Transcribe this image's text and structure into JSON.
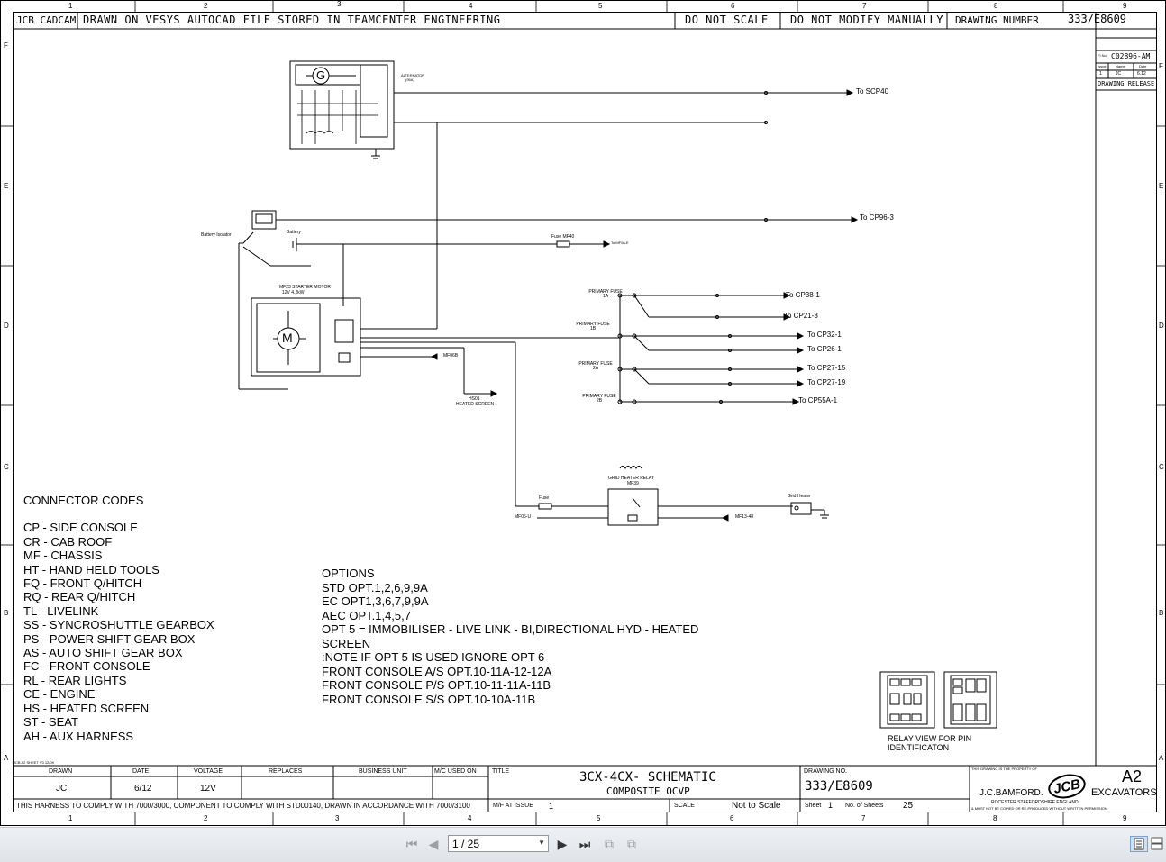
{
  "sheet": {
    "column_numbers": [
      "1",
      "2",
      "3",
      "4",
      "5",
      "6",
      "7",
      "8",
      "9"
    ],
    "row_letters": [
      "F",
      "E",
      "D",
      "C",
      "B",
      "A"
    ],
    "header": {
      "left": "JCB CADCAM",
      "drawn_note": "DRAWN ON VESYS AUTOCAD FILE STORED IN TEAMCENTER ENGINEERING",
      "do_not_scale": "DO NOT SCALE",
      "do_not_modify": "DO NOT MODIFY MANUALLY",
      "drawing_number_label": "DRAWING NUMBER",
      "drawing_number": "333/E8609"
    },
    "revision_panel": {
      "fi_label": "FI No",
      "fi_value": "C02896-AM",
      "issue_label": "Issue",
      "name_label": "Name",
      "date_label": "Date",
      "issue": "1",
      "name": "JC",
      "date": "6.12",
      "release": "DRAWING RELEASE"
    },
    "schematic": {
      "alternator": "ALTERNATOR",
      "alternator_rating": "(95A)",
      "to_scp40": "To SCP40",
      "to_cp96": "To CP96-3",
      "battery_isolator": "Battery Isolator",
      "battery": "Battery",
      "fuse_mf40": "Fuse MF40",
      "to_mf08": "To MF08-E",
      "starter_motor": "MF23 STARTER MOTOR",
      "starter_rating": "12V 4.2kW",
      "primary_fuse_1a": "PRIMARY FUSE 1A",
      "primary_fuse_1b": "PRIMARY FUSE 1B",
      "primary_fuse_2a": "PRIMARY FUSE 2A",
      "primary_fuse_2b": "PRIMARY FUSE 2B",
      "to_cp38": "To CP38-1",
      "to_cp21": "To CP21-3",
      "to_cp32": "To CP32-1",
      "to_cp26": "To CP26-1",
      "to_cp27_15": "To CP27-15",
      "to_cp27_19": "To CP27-19",
      "to_cp55a": "To CP55A-1",
      "mf06b": "MF06B",
      "hs01": "HS01",
      "heated_screen": "HEATED SCREEN",
      "grid_heater_relay": "GRID HEATER RELAY",
      "mf39": "MF39",
      "fuse": "Fuse",
      "mf06_u": "MF06-U",
      "mf13_48": "MF13-48",
      "grid_heater": "Grid Heater",
      "starter_m": "M",
      "alternator_g": "G",
      "relay_view": "RELAY VIEW FOR PIN",
      "relay_identification": "IDENTIFICATON"
    },
    "connector_codes": {
      "title": "CONNECTOR CODES",
      "items": [
        "CP  -  SIDE CONSOLE",
        "CR  -  CAB ROOF",
        "MF  -  CHASSIS",
        "HT  -  HAND HELD TOOLS",
        "FQ  -  FRONT Q/HITCH",
        "RQ  -  REAR Q/HITCH",
        "TL  -  LIVELINK",
        "SS  -  SYNCROSHUTTLE GEARBOX",
        "PS  -  POWER SHIFT GEAR BOX",
        "AS  -  AUTO SHIFT GEAR BOX",
        "FC  -  FRONT CONSOLE",
        "RL  -  REAR LIGHTS",
        "CE  -  ENGINE",
        "HS  -  HEATED SCREEN",
        "ST  -  SEAT",
        "AH  -  AUX HARNESS"
      ]
    },
    "options": {
      "title": "OPTIONS",
      "lines": [
        "STD  OPT.1,2,6,9,9A",
        "EC    OPT1,3,6,7,9,9A",
        "AEC  OPT.1,4,5,7",
        "OPT 5 = IMMOBILISER - LIVE LINK - BI,DIRECTIONAL HYD - HEATED",
        "SCREEN",
        ":NOTE IF OPT 5 IS USED IGNORE OPT 6",
        "FRONT CONSOLE A/S OPT.10-11A-12-12A",
        "FRONT CONSOLE P/S OPT.10-11-11A-11B",
        "FRONT CONSOLE S/S OPT.10-10A-11B"
      ]
    },
    "title_block": {
      "sheet_ref": "JCB A2 SHEET V3 12/09",
      "drawn_label": "DRAWN",
      "date_label": "DATE",
      "voltage_label": "VOLTAGE",
      "replaces_label": "REPLACES",
      "business_unit_label": "BUSINESS UNIT",
      "mf_used_on_label": "M/C USED ON",
      "title_label": "TITLE",
      "drawn": "JC",
      "date": "6/12",
      "voltage": "12V",
      "title_line1": "3CX-4CX- SCHEMATIC",
      "title_line2": "COMPOSITE OCVP",
      "drawing_no_label": "DRAWING NO.",
      "drawing_no": "333/E8609",
      "property_note": "THIS DRAWING IS THE PROPERTY OF",
      "company": "J.C.BAMFORD.",
      "logo": "JCB",
      "size": "A2",
      "division": "EXCAVATORS",
      "address": "ROCESTER        STAFFORDSHIRE        ENGLAND",
      "copy_note": "& MUST NOT BE COPIED OR RE-PRODUCED WITHOUT WRITTEN PERMISSION",
      "compliance": "THIS HARNESS TO COMPLY WITH 7000/3000, COMPONENT TO COMPLY WITH STD00140, DRAWN IN ACCORDANCE WITH 7000/3100",
      "mf_at_issue_label": "M/F AT ISSUE",
      "mf_at_issue": "1",
      "scale_label": "SCALE",
      "scale": "Not to Scale",
      "sheet_label": "Sheet",
      "sheet_num": "1",
      "sheets_label": "No. of Sheets",
      "sheets_total": "25"
    }
  },
  "toolbar": {
    "page_indicator": "1 / 25",
    "icons": [
      "first-page-icon",
      "previous-page-icon",
      "next-page-icon",
      "last-page-icon",
      "fit-page-icon",
      "fit-width-icon",
      "single-page-view-icon",
      "continuous-view-icon"
    ]
  }
}
